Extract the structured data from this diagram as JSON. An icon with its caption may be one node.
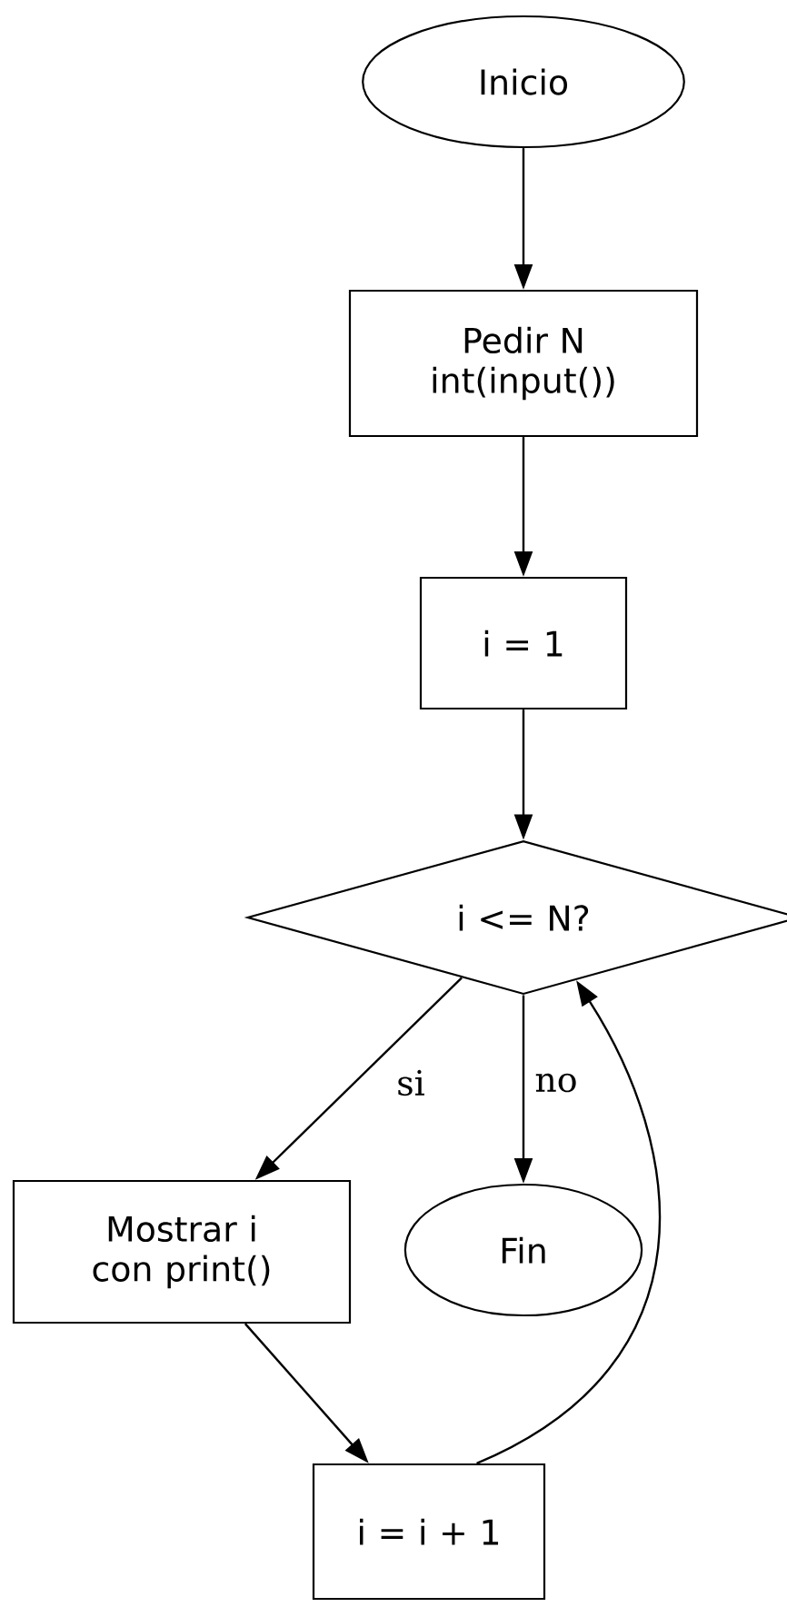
{
  "diagram": {
    "nodes": [
      {
        "text": [
          "Inicio"
        ]
      },
      {
        "text": [
          "Pedir N int(input())"
        ]
      },
      {
        "text": [
          "i = 1"
        ]
      },
      {
        "text": [
          "i <= N?"
        ]
      },
      {
        "text": [
          "Mostrar i con print()"
        ]
      },
      {
        "text": [
          "Fin"
        ]
      },
      {
        "text": [
          "i = i + 1"
        ]
      }
    ],
    "edges": [
      {
        "from": 0,
        "to": 1,
        "arrow": "to"
      },
      {
        "from": 1,
        "to": 2,
        "arrow": "to"
      },
      {
        "from": 2,
        "to": 3,
        "arrow": "to"
      },
      {
        "from": 3,
        "to": 4,
        "arrow": "to",
        "label": "si"
      },
      {
        "from": 3,
        "to": 5,
        "arrow": "to",
        "label": "no"
      },
      {
        "from": 4,
        "to": 6,
        "arrow": "to"
      },
      {
        "from": 6,
        "to": 3,
        "arrow": "to"
      }
    ]
  }
}
